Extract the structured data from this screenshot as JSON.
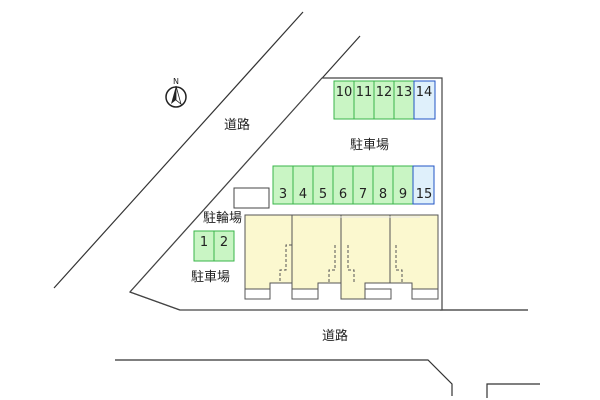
{
  "labels": {
    "road_diagonal": "道路",
    "road_bottom": "道路",
    "parking_top": "駐車場",
    "parking_left": "駐車場",
    "bicycle_parking": "駐輪場",
    "north": "N"
  },
  "parking": {
    "top_row": [
      "10",
      "11",
      "12",
      "13",
      "14"
    ],
    "middle_row": [
      "3",
      "4",
      "5",
      "6",
      "7",
      "8",
      "9",
      "15"
    ],
    "left_pair": [
      "1",
      "2"
    ],
    "highlighted": [
      "14",
      "15"
    ]
  },
  "colors": {
    "space_fill": "#c9f5c4",
    "space_stroke": "#39b54a",
    "special_fill": "#dff0fb",
    "special_stroke": "#2255c4",
    "building_fill": "#fbf8cf",
    "site_stroke": "#444444"
  },
  "building_units": 4
}
